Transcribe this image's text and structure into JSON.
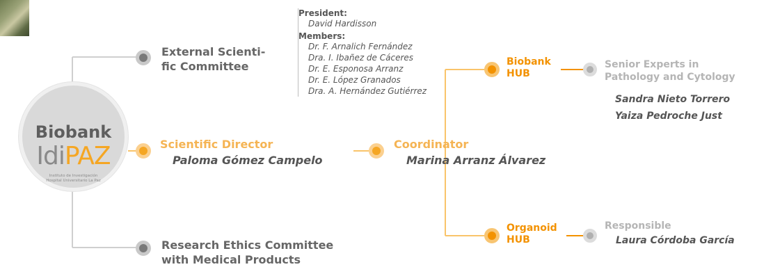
{
  "main": {
    "title": "Biobank",
    "logo_part1": "Idi",
    "logo_part2": "PAZ",
    "logo_sub1": "Instituto de Investigación",
    "logo_sub2": "Hospital Universitario La Paz"
  },
  "external_committee": {
    "line1": "External Scienti-",
    "line2": "fic Committee"
  },
  "committee_members": {
    "president_label": "President:",
    "president": "David Hardisson",
    "members_label": "Members:",
    "members": [
      "Dr. F. Arnalich Fernández",
      "Dra. I. Ibañez de Cáceres",
      "Dr. E. Esponosa Arranz",
      "Dr. E. López Granados",
      "Dra. A. Hernández Gutiérrez"
    ]
  },
  "scientific_director": {
    "label": "Scientific Director",
    "name": "Paloma Gómez Campelo"
  },
  "coordinator": {
    "label": "Coordinator",
    "name": "Marina Arranz Álvarez"
  },
  "biobank_hub": {
    "line1": "Biobank",
    "line2": "HUB"
  },
  "senior_experts": {
    "line1": "Senior Experts in",
    "line2": "Pathology and Cytology",
    "names": [
      "Sandra Nieto Torrero",
      "Yaiza Pedroche Just"
    ]
  },
  "organoid_hub": {
    "line1": "Organoid",
    "line2": "HUB"
  },
  "responsible": {
    "label": "Responsible",
    "name": "Laura Córdoba García"
  },
  "ethics_committee": {
    "line1": "Research Ethics Committee",
    "line2": "with Medical Products"
  },
  "colors": {
    "gray_line": "#cccccc",
    "orange_line": "#f9c46a",
    "orange": "#f39200",
    "orange_light": "#f5b454",
    "gray_text": "#666666"
  }
}
